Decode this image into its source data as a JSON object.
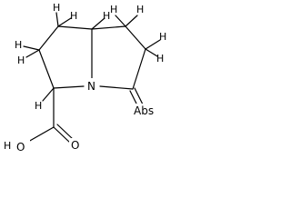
{
  "structure": {
    "hydrogen_label": "H",
    "nitrogen_label": "N",
    "oxygen_carbonyl_label": "O",
    "oxygen_acid_label": "O",
    "hydroxyl_label": "H",
    "overlap_label": "Abs"
  },
  "colors": {
    "bond": "#000000",
    "background": "#ffffff"
  }
}
